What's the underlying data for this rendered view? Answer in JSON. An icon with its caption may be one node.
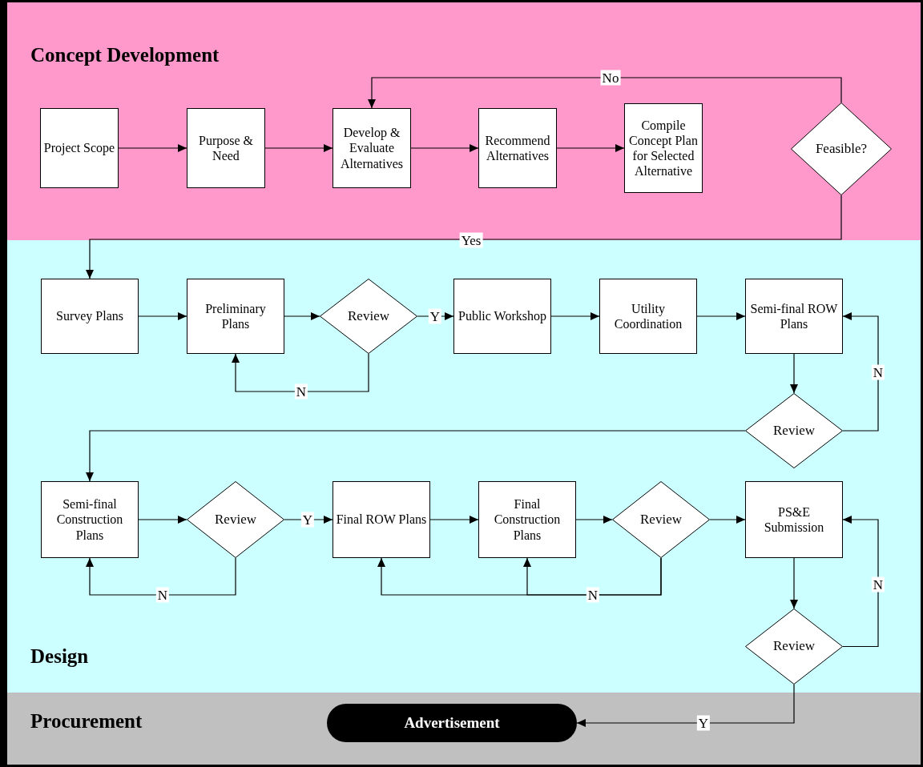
{
  "diagram": {
    "nodes": [
      {
        "text": [
          "Concept Development"
        ]
      },
      {
        "text": [
          "Project Scope"
        ],
        "in": 0
      },
      {
        "text": [
          "Purpose & Need"
        ],
        "in": 0
      },
      {
        "text": [
          "Develop & Evaluate Alternatives"
        ],
        "in": 0
      },
      {
        "text": [
          "Recommend Alternatives"
        ],
        "in": 0
      },
      {
        "text": [
          "Compile Concept Plan for Selected Alternative"
        ],
        "in": 0
      },
      {
        "text": [
          "Feasible?"
        ],
        "in": 0
      },
      {
        "text": [
          "Design"
        ]
      },
      {
        "text": [
          "Survey Plans"
        ],
        "in": 7
      },
      {
        "text": [
          "Preliminary Plans"
        ],
        "in": 7
      },
      {
        "text": [
          "Review"
        ],
        "in": 7
      },
      {
        "text": [
          "Public Workshop"
        ],
        "in": 7
      },
      {
        "text": [
          "Utility Coordination"
        ],
        "in": 7
      },
      {
        "text": [
          "Semi-final ROW Plans"
        ],
        "in": 7
      },
      {
        "text": [
          "Review"
        ],
        "in": 7
      },
      {
        "text": [
          "Semi-final Construction Plans"
        ],
        "in": 7
      },
      {
        "text": [
          "Review"
        ],
        "in": 7
      },
      {
        "text": [
          "Final ROW Plans"
        ],
        "in": 7
      },
      {
        "text": [
          "Final Construction Plans"
        ],
        "in": 7
      },
      {
        "text": [
          "Review"
        ],
        "in": 7
      },
      {
        "text": [
          "PS&E Submission"
        ],
        "in": 7
      },
      {
        "text": [
          "Review"
        ],
        "in": 7
      },
      {
        "text": [
          "Procurement"
        ]
      },
      {
        "text": [
          "Advertisement"
        ],
        "in": 22
      }
    ],
    "edges": [
      {
        "from": 1,
        "to": 2,
        "arrow": "to"
      },
      {
        "from": 2,
        "to": 3,
        "arrow": "to"
      },
      {
        "from": 3,
        "to": 4,
        "arrow": "to"
      },
      {
        "from": 4,
        "to": 5,
        "arrow": "to"
      },
      {
        "from": 6,
        "to": 3,
        "label": "No",
        "arrow": "to"
      },
      {
        "from": 6,
        "to": 8,
        "label": "Yes",
        "arrow": "to"
      },
      {
        "from": 8,
        "to": 9,
        "arrow": "to"
      },
      {
        "from": 9,
        "to": 10,
        "arrow": "to"
      },
      {
        "from": 10,
        "to": 11,
        "label": "Y",
        "arrow": "to"
      },
      {
        "from": 10,
        "to": 9,
        "label": "N",
        "arrow": "to"
      },
      {
        "from": 11,
        "to": 12,
        "arrow": "to"
      },
      {
        "from": 12,
        "to": 13,
        "arrow": "to"
      },
      {
        "from": 13,
        "to": 14,
        "arrow": "to"
      },
      {
        "from": 14,
        "to": 13,
        "label": "N",
        "arrow": "to"
      },
      {
        "from": 14,
        "to": 15,
        "arrow": "to"
      },
      {
        "from": 15,
        "to": 16,
        "arrow": "to"
      },
      {
        "from": 16,
        "to": 17,
        "label": "Y",
        "arrow": "to"
      },
      {
        "from": 16,
        "to": 15,
        "label": "N",
        "arrow": "to"
      },
      {
        "from": 17,
        "to": 18,
        "arrow": "to"
      },
      {
        "from": 18,
        "to": 19,
        "arrow": "to"
      },
      {
        "from": 19,
        "to": 20,
        "arrow": "to"
      },
      {
        "from": 19,
        "to": 17,
        "label": "N",
        "arrow": "to"
      },
      {
        "from": 19,
        "to": 18,
        "arrow": "to"
      },
      {
        "from": 20,
        "to": 21,
        "arrow": "to"
      },
      {
        "from": 21,
        "to": 20,
        "label": "N",
        "arrow": "to"
      },
      {
        "from": 21,
        "to": 23,
        "label": "Y",
        "arrow": "to"
      }
    ]
  }
}
